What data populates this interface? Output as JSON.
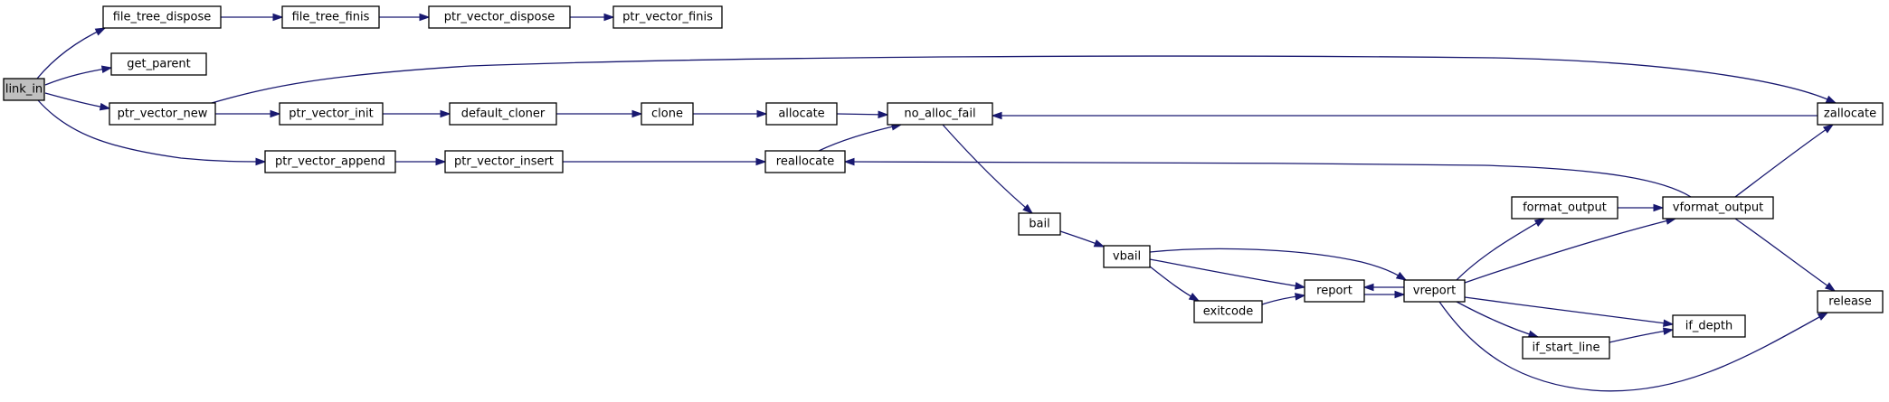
{
  "graph": {
    "nodes": [
      {
        "id": "link_in",
        "label": "link_in",
        "root": true
      },
      {
        "id": "file_tree_dispose",
        "label": "file_tree_dispose"
      },
      {
        "id": "file_tree_finis",
        "label": "file_tree_finis"
      },
      {
        "id": "ptr_vector_dispose",
        "label": "ptr_vector_dispose"
      },
      {
        "id": "ptr_vector_finis",
        "label": "ptr_vector_finis"
      },
      {
        "id": "get_parent",
        "label": "get_parent"
      },
      {
        "id": "ptr_vector_new",
        "label": "ptr_vector_new"
      },
      {
        "id": "ptr_vector_init",
        "label": "ptr_vector_init"
      },
      {
        "id": "default_cloner",
        "label": "default_cloner"
      },
      {
        "id": "clone",
        "label": "clone"
      },
      {
        "id": "allocate",
        "label": "allocate"
      },
      {
        "id": "no_alloc_fail",
        "label": "no_alloc_fail"
      },
      {
        "id": "zallocate",
        "label": "zallocate"
      },
      {
        "id": "ptr_vector_append",
        "label": "ptr_vector_append"
      },
      {
        "id": "ptr_vector_insert",
        "label": "ptr_vector_insert"
      },
      {
        "id": "reallocate",
        "label": "reallocate"
      },
      {
        "id": "bail",
        "label": "bail"
      },
      {
        "id": "vbail",
        "label": "vbail"
      },
      {
        "id": "exitcode",
        "label": "exitcode"
      },
      {
        "id": "report",
        "label": "report"
      },
      {
        "id": "vreport",
        "label": "vreport"
      },
      {
        "id": "format_output",
        "label": "format_output"
      },
      {
        "id": "vformat_output",
        "label": "vformat_output"
      },
      {
        "id": "if_start_line",
        "label": "if_start_line"
      },
      {
        "id": "if_depth",
        "label": "if_depth"
      },
      {
        "id": "release",
        "label": "release"
      }
    ],
    "edges": [
      {
        "from": "link_in",
        "to": "file_tree_dispose"
      },
      {
        "from": "link_in",
        "to": "get_parent"
      },
      {
        "from": "link_in",
        "to": "ptr_vector_new"
      },
      {
        "from": "link_in",
        "to": "ptr_vector_append"
      },
      {
        "from": "file_tree_dispose",
        "to": "file_tree_finis"
      },
      {
        "from": "file_tree_finis",
        "to": "ptr_vector_dispose"
      },
      {
        "from": "ptr_vector_dispose",
        "to": "ptr_vector_finis"
      },
      {
        "from": "ptr_vector_new",
        "to": "ptr_vector_init"
      },
      {
        "from": "ptr_vector_new",
        "to": "zallocate"
      },
      {
        "from": "ptr_vector_init",
        "to": "default_cloner"
      },
      {
        "from": "default_cloner",
        "to": "clone"
      },
      {
        "from": "clone",
        "to": "allocate"
      },
      {
        "from": "allocate",
        "to": "no_alloc_fail"
      },
      {
        "from": "zallocate",
        "to": "no_alloc_fail"
      },
      {
        "from": "ptr_vector_append",
        "to": "ptr_vector_insert"
      },
      {
        "from": "ptr_vector_insert",
        "to": "reallocate"
      },
      {
        "from": "reallocate",
        "to": "no_alloc_fail"
      },
      {
        "from": "no_alloc_fail",
        "to": "bail"
      },
      {
        "from": "bail",
        "to": "vbail"
      },
      {
        "from": "vbail",
        "to": "exitcode"
      },
      {
        "from": "vbail",
        "to": "report"
      },
      {
        "from": "vbail",
        "to": "vreport"
      },
      {
        "from": "exitcode",
        "to": "report"
      },
      {
        "from": "report",
        "to": "vreport"
      },
      {
        "from": "vreport",
        "to": "report"
      },
      {
        "from": "vreport",
        "to": "format_output"
      },
      {
        "from": "vreport",
        "to": "vformat_output"
      },
      {
        "from": "vreport",
        "to": "if_start_line"
      },
      {
        "from": "vreport",
        "to": "if_depth"
      },
      {
        "from": "vreport",
        "to": "release"
      },
      {
        "from": "format_output",
        "to": "vformat_output"
      },
      {
        "from": "vformat_output",
        "to": "reallocate"
      },
      {
        "from": "vformat_output",
        "to": "zallocate"
      },
      {
        "from": "vformat_output",
        "to": "release"
      },
      {
        "from": "if_start_line",
        "to": "if_depth"
      }
    ]
  }
}
